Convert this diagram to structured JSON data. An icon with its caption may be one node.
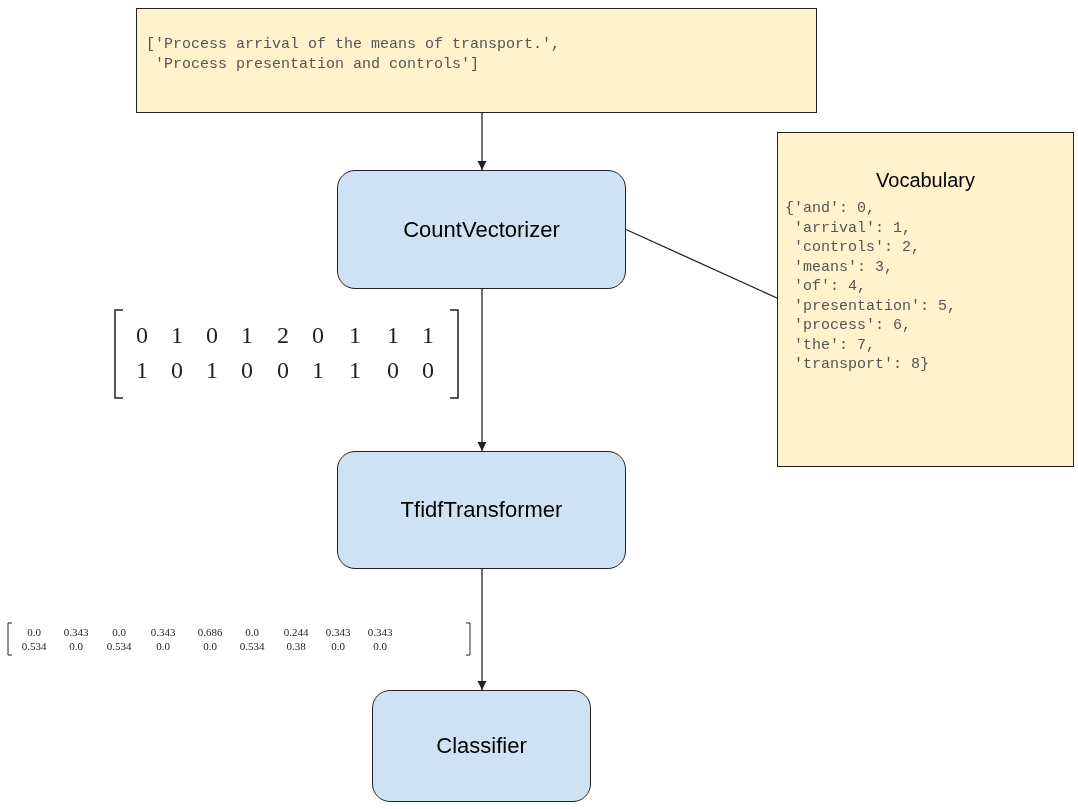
{
  "diagram": {
    "nodes": [
      {
        "text": [
          "['Process arrival of the means of transport.', 'Process presentation and controls']"
        ]
      },
      {
        "text": [
          "CountVectorizer"
        ]
      },
      {
        "text": [
          "Vocabulary",
          "{'and': 0, 'arrival': 1, 'controls': 2, 'means': 3, 'of': 4, 'presentation': 5, 'process': 6, 'the': 7, 'transport': 8}"
        ]
      },
      {
        "text": [
          "TfidfTransformer"
        ]
      },
      {
        "text": [
          "Classifier"
        ]
      }
    ],
    "edges": [
      {
        "from": 0,
        "to": 1,
        "arrow": "to"
      },
      {
        "from": 1,
        "to": 2,
        "arrow": "none"
      },
      {
        "from": 1,
        "to": 3,
        "arrow": "to"
      },
      {
        "from": 3,
        "to": 4,
        "arrow": "to"
      }
    ],
    "labels": [
      "0",
      "1",
      "0",
      "1",
      "2",
      "0",
      "1",
      "1",
      "1",
      "1",
      "0",
      "1",
      "0",
      "0",
      "1",
      "1",
      "0",
      "0",
      "0.0",
      "0.343",
      "0.0",
      "0.343",
      "0.686",
      "0.0",
      "0.244",
      "0.343",
      "0.343",
      "0.534",
      "0.0",
      "0.534",
      "0.0",
      "0.0",
      "0.534",
      "0.38",
      "0.0",
      "0.0"
    ]
  }
}
